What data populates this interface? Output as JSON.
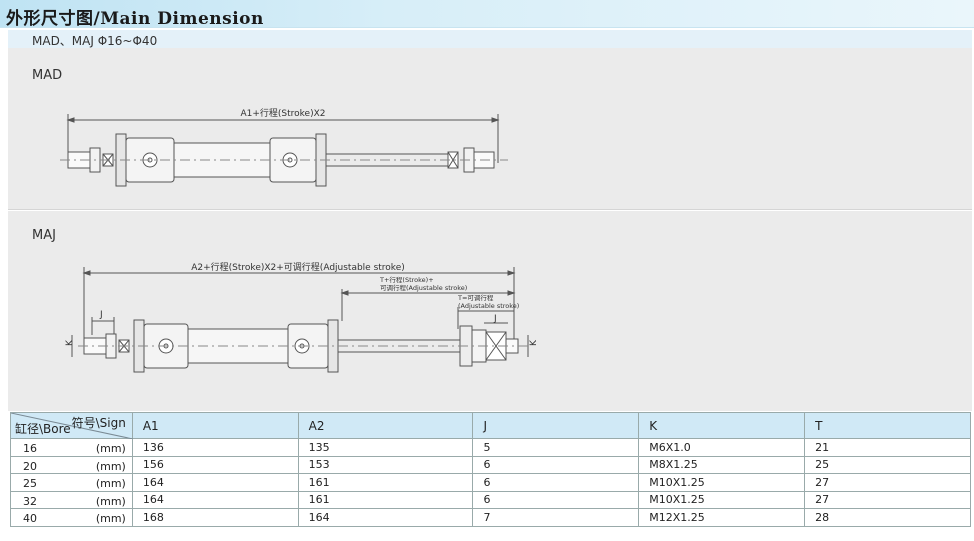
{
  "header": {
    "title": "外形尺寸图/Main Dimension"
  },
  "subheader": {
    "models": "MAD、MAJ  Φ16~Φ40"
  },
  "diagram_mad": {
    "label": "MAD",
    "dim_a1": "A1+行程(Stroke)X2"
  },
  "diagram_maj": {
    "label": "MAJ",
    "dim_a2": "A2+行程(Stroke)X2+可调行程(Adjustable stroke)",
    "dim_t1_line1": "T+行程(Stroke)+",
    "dim_t1_line2": "可调行程(Adjustable stroke)",
    "dim_t2_line1": "T=可调行程",
    "dim_t2_line2": "(Adjustable stroke)",
    "dim_j": "J",
    "dim_k": "K"
  },
  "table": {
    "corner_sign": "符号\\Sign",
    "corner_bore": "缸径\\Bore",
    "headers": [
      "A1",
      "A2",
      "J",
      "K",
      "T"
    ],
    "unit": "(mm)",
    "rows": [
      {
        "bore": "16",
        "a1": "136",
        "a2": "135",
        "j": "5",
        "k": "M6X1.0",
        "t": "21"
      },
      {
        "bore": "20",
        "a1": "156",
        "a2": "153",
        "j": "6",
        "k": "M8X1.25",
        "t": "25"
      },
      {
        "bore": "25",
        "a1": "164",
        "a2": "161",
        "j": "6",
        "k": "M10X1.25",
        "t": "27"
      },
      {
        "bore": "32",
        "a1": "164",
        "a2": "161",
        "j": "6",
        "k": "M10X1.25",
        "t": "27"
      },
      {
        "bore": "40",
        "a1": "168",
        "a2": "164",
        "j": "7",
        "k": "M12X1.25",
        "t": "28"
      }
    ]
  }
}
